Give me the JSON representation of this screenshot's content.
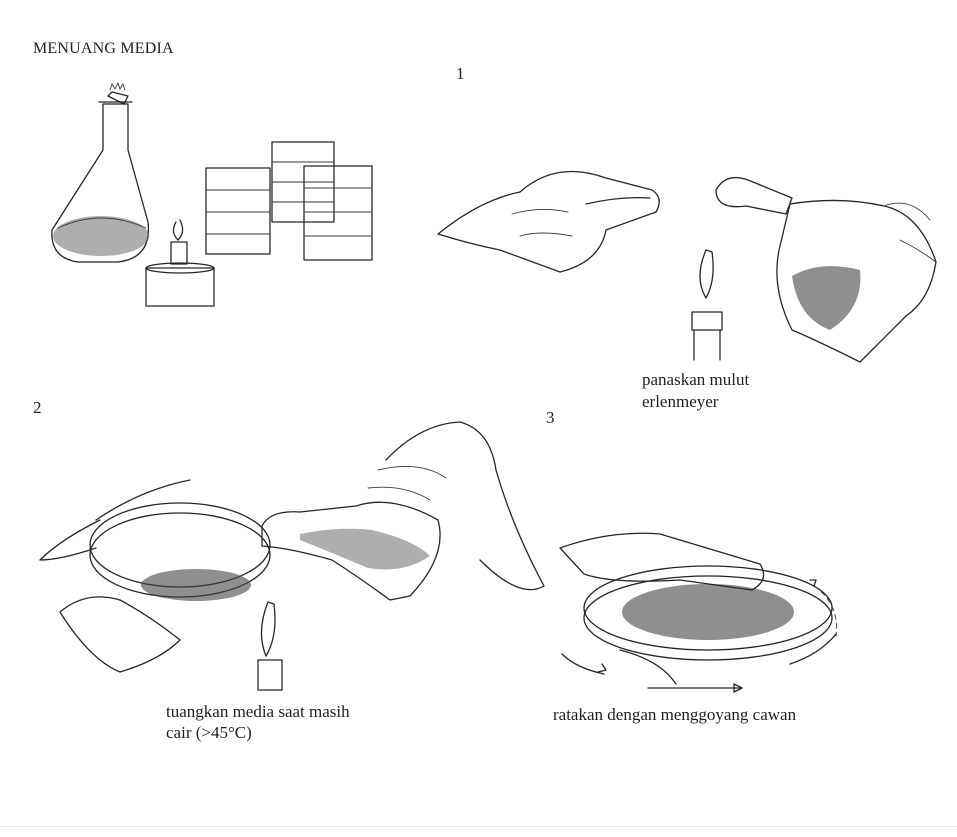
{
  "title": "MENUANG MEDIA",
  "steps": {
    "step1": {
      "number": "1",
      "caption_line1": "panaskan mulut",
      "caption_line2": "erlenmeyer"
    },
    "step2": {
      "number": "2",
      "caption_line1": "tuangkan media saat masih",
      "caption_line2": "cair (>45°C)"
    },
    "step3": {
      "number": "3",
      "caption": "ratakan dengan menggoyang cawan"
    }
  }
}
